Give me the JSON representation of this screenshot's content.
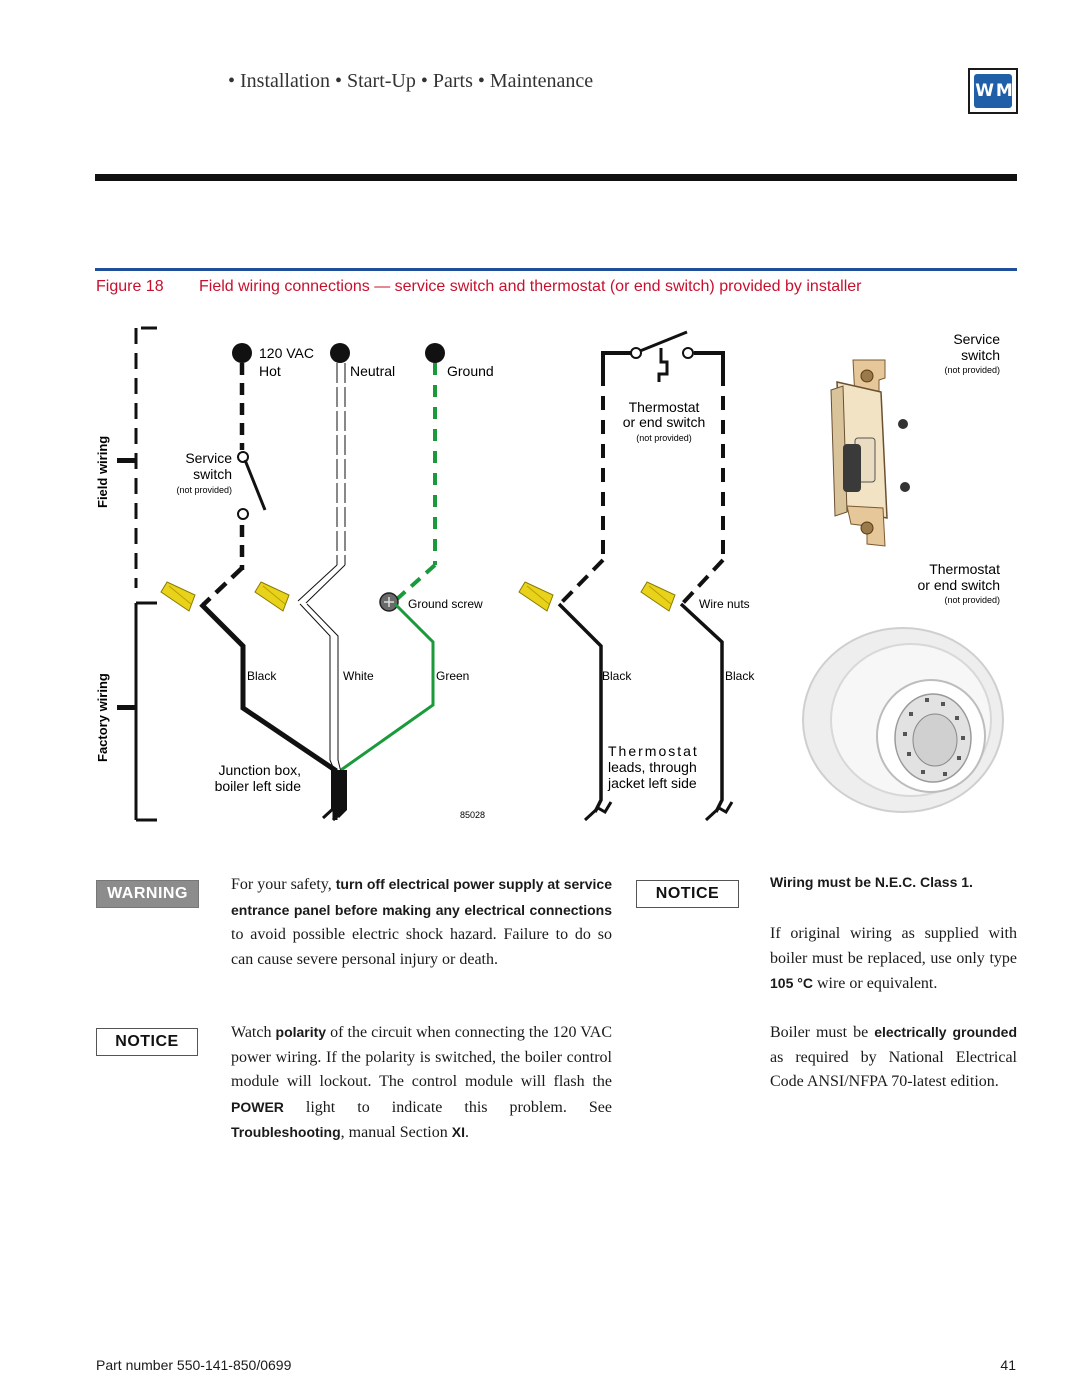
{
  "header": {
    "title": "• Installation • Start-Up • Parts • Maintenance",
    "logo_text": "W M"
  },
  "figure": {
    "label": "Figure 18",
    "caption": "Field wiring connections — service switch and thermostat (or end switch) provided by installer"
  },
  "diagram": {
    "side_labels": {
      "field": "Field wiring",
      "factory": "Factory wiring"
    },
    "power": {
      "vac": "120 VAC",
      "hot": "Hot",
      "neutral": "Neutral",
      "ground": "Ground"
    },
    "service_switch": {
      "line1": "Service",
      "line2": "switch",
      "note": "(not provided)"
    },
    "thermostat": {
      "line1": "Thermostat",
      "line2": "or end switch",
      "note": "(not provided)"
    },
    "ground_screw": "Ground screw",
    "wire_nuts": "Wire nuts",
    "wires": {
      "black": "Black",
      "white": "White",
      "green": "Green"
    },
    "junction": {
      "line1": "Junction box,",
      "line2": "boiler left side"
    },
    "thermostat_leads": {
      "line1": "Thermostat",
      "line2": "leads, through",
      "line3": "jacket left side"
    },
    "drawing_number": "85028",
    "photo_service": {
      "line1": "Service",
      "line2": "switch",
      "note": "(not provided)"
    },
    "photo_thermostat": {
      "line1": "Thermostat",
      "line2": "or end switch",
      "note": "(not provided)"
    }
  },
  "warning": {
    "badge": "WARNING",
    "t1": "For your safety, ",
    "b1": "turn off electrical power supply at service entrance panel before making any electrical connections",
    "t2": " to avoid possible electric shock hazard. Failure to do so can cause severe personal injury or death."
  },
  "notice_polarity": {
    "badge": "NOTICE",
    "t1": "Watch ",
    "b1": "polarity",
    "t2": " of the circuit when connecting the 120 VAC power wiring. If the polarity is switched, the boiler control module will lockout. The control module will flash the ",
    "b2": "POWER",
    "t3": " light to indicate this problem. See ",
    "b3": "Troubleshooting",
    "t4": ", manual Section ",
    "b4": "XI",
    "t5": "."
  },
  "notice_nec": {
    "badge": "NOTICE",
    "title": "Wiring must be N.E.C. Class 1.",
    "p1_t1": "If original wiring as supplied with boiler must be replaced, use only type ",
    "p1_b1": "105 °C",
    "p1_t2": " wire or equivalent.",
    "p2_t1": "Boiler must be ",
    "p2_b1": "electrically grounded",
    "p2_t2": " as required by National Electrical Code ANSI/NFPA 70-latest edition."
  },
  "footer": {
    "part_number": "Part number 550-141-850/0699",
    "page": "41"
  },
  "colors": {
    "caption_red": "#c8102e",
    "rule_blue": "#1f4e9a",
    "ground_green": "#1a9a3a",
    "wire_nut_yellow": "#e8d21a"
  }
}
